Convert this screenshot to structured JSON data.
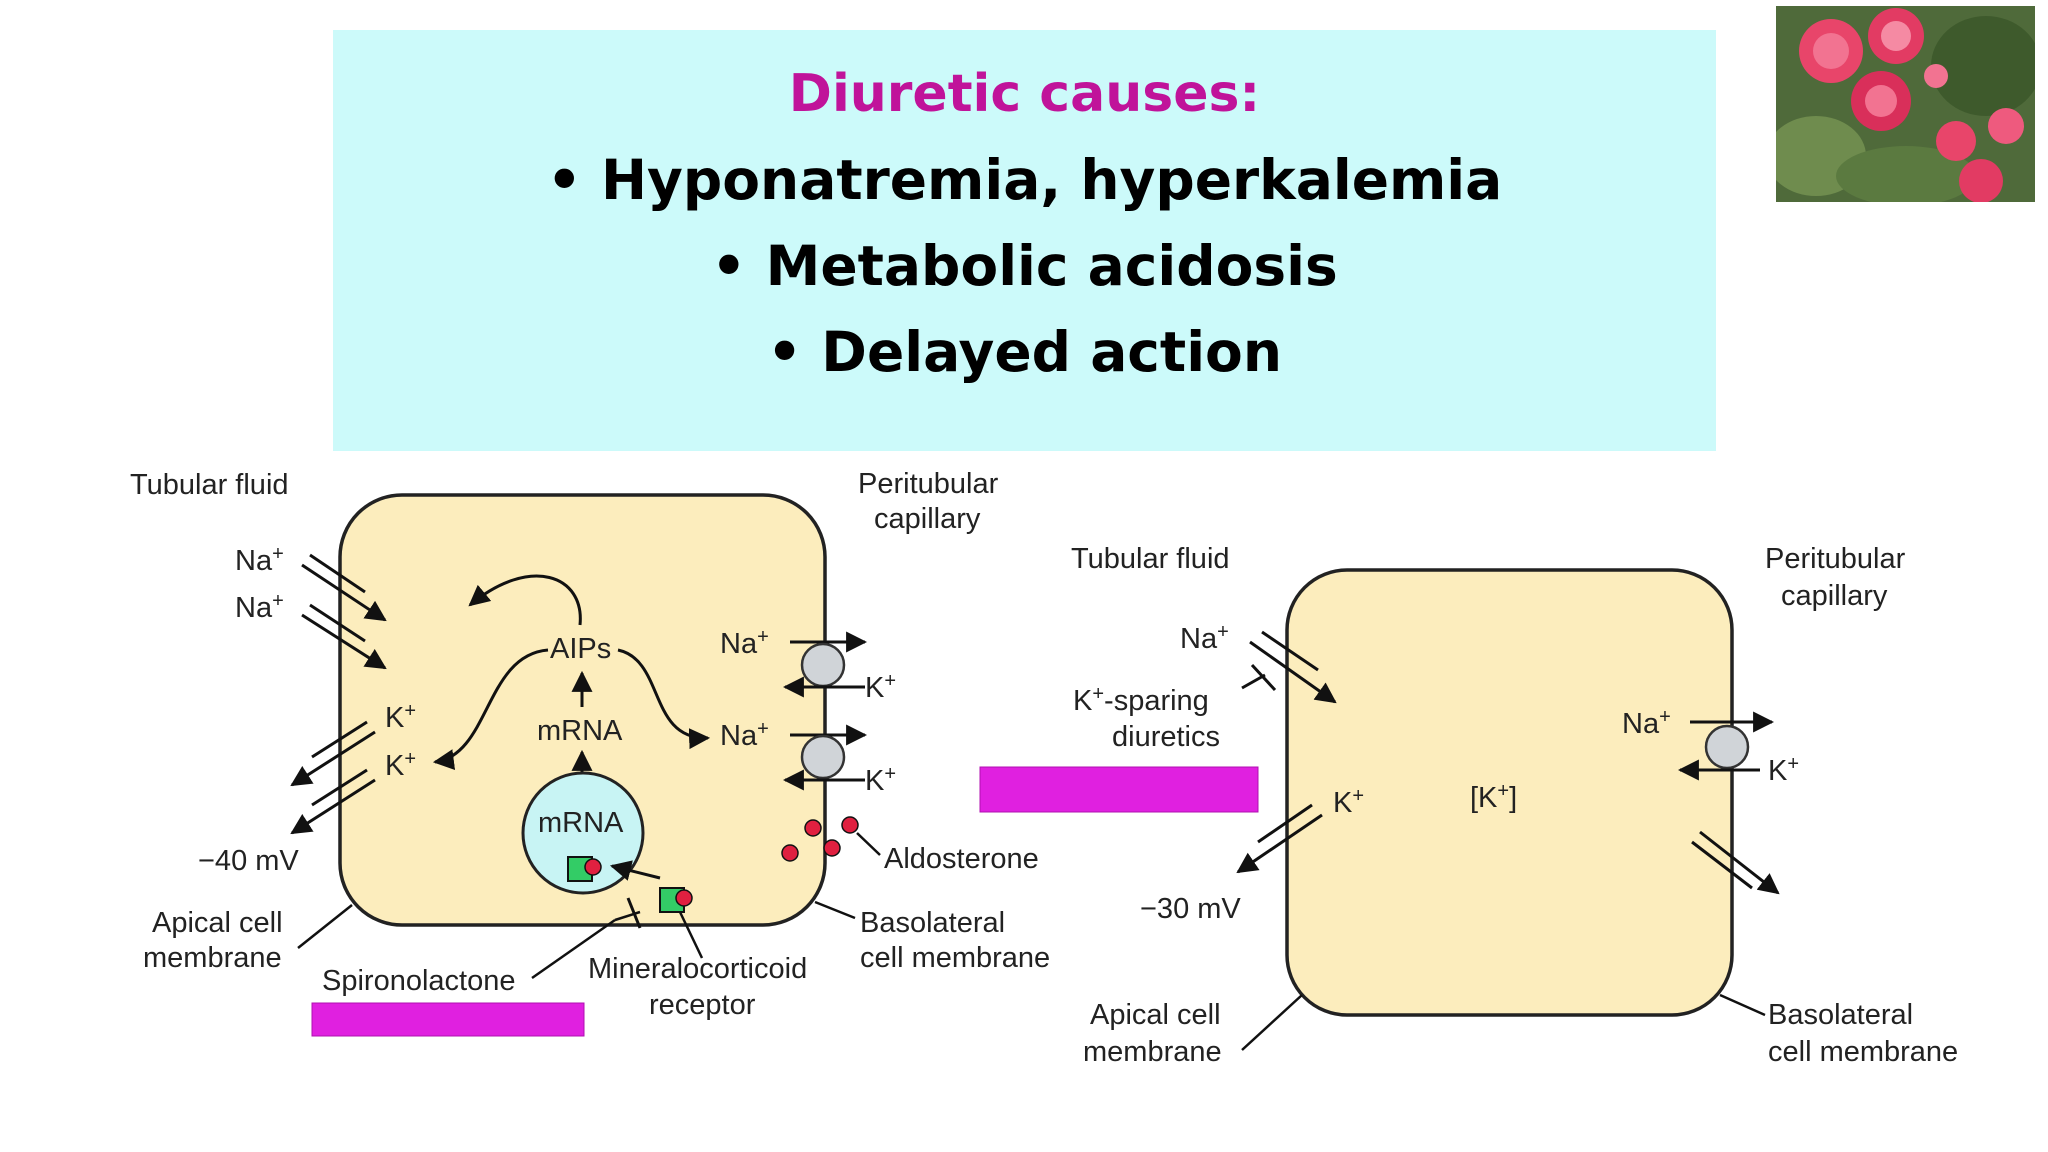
{
  "slide": {
    "heading": "Diuretic causes:",
    "bullets": [
      "• Hyponatremia, hyperkalemia",
      "• Metabolic acidosis",
      "• Delayed action"
    ]
  },
  "colors": {
    "heading": "#c0139a",
    "panel_bg": "#ccfafa",
    "cell_fill": "#fcedbd",
    "highlight_bar": "#e020e0",
    "nucleus": "#c8f4f4",
    "receptor": "#33cc66",
    "aldosterone": "#e02040"
  },
  "photo": {
    "icon": "rose-flowers-photo"
  },
  "left_diagram": {
    "tubular_fluid": "Tubular fluid",
    "peritubular_1": "Peritubular",
    "peritubular_2": "capillary",
    "na": "Na",
    "k": "K",
    "plus": "+",
    "aips": "AIPs",
    "mrna_cyto": "mRNA",
    "mrna_nucleus": "mRNA",
    "voltage": "−40 mV",
    "aldosterone": "Aldosterone",
    "apical_1": "Apical cell",
    "apical_2": "membrane",
    "spironolactone": "Spironolactone",
    "mineralo_1": "Mineralocorticoid",
    "mineralo_2": "receptor",
    "basolateral_1": "Basolateral",
    "basolateral_2": "cell membrane"
  },
  "right_diagram": {
    "tubular_fluid": "Tubular fluid",
    "peritubular_1": "Peritubular",
    "peritubular_2": "capillary",
    "na": "Na",
    "k": "K",
    "plus": "+",
    "sparing_1": "K",
    "sparing_1b": "-sparing",
    "sparing_2": "diuretics",
    "k_conc_open": "[K",
    "k_conc_close": "]",
    "voltage": "−30 mV",
    "apical_1": "Apical cell",
    "apical_2": "membrane",
    "basolateral_1": "Basolateral",
    "basolateral_2": "cell membrane"
  }
}
